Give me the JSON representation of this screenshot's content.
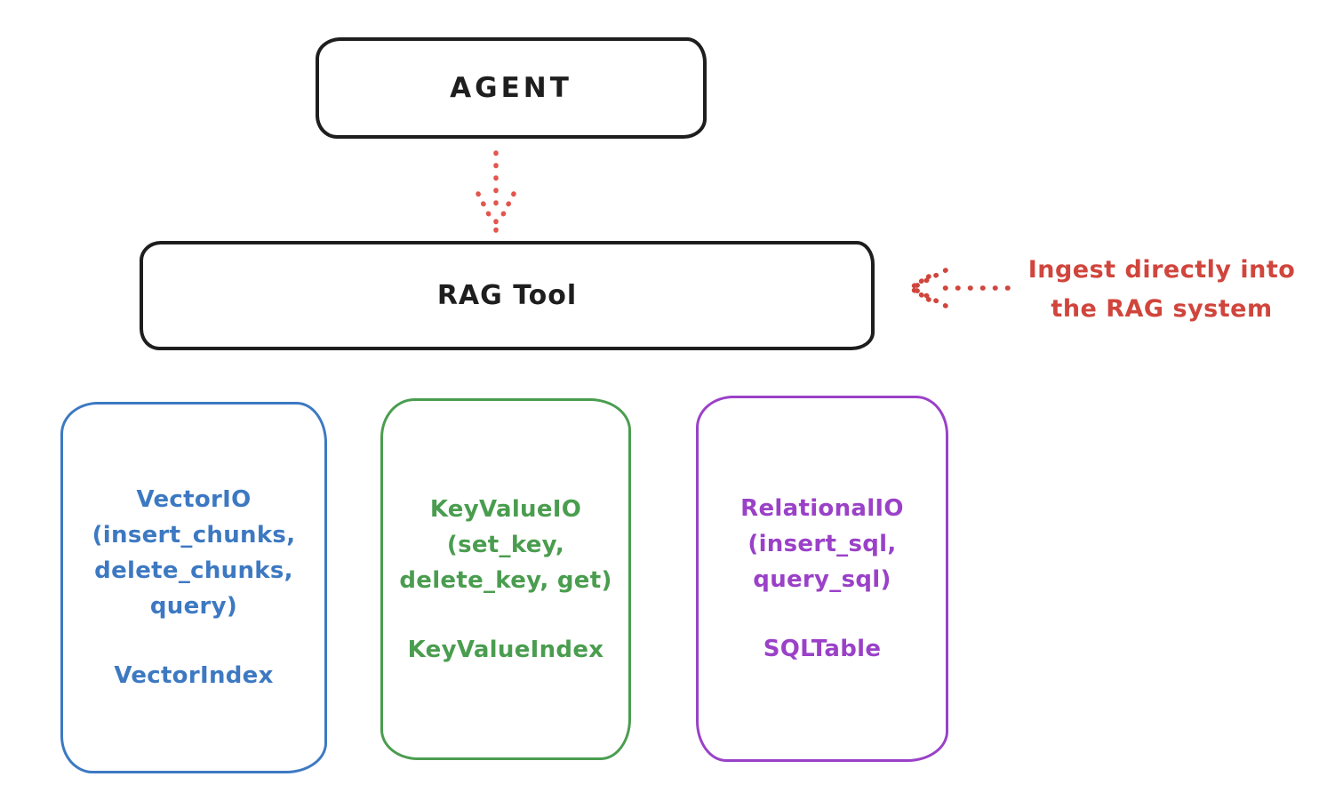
{
  "nodes": {
    "agent": {
      "label": "AGENT"
    },
    "rag_tool": {
      "label": "RAG Tool"
    }
  },
  "annotation": {
    "line1": "Ingest directly into",
    "line2": "the RAG system"
  },
  "arrows": [
    {
      "name": "agent-to-rag-tool",
      "style": "dotted",
      "direction": "down",
      "color": "#e2564e"
    },
    {
      "name": "ingest-into-rag",
      "style": "dotted",
      "direction": "left",
      "color": "#d0453c"
    }
  ],
  "stores": [
    {
      "name": "vector-io",
      "color": "#3d79c2",
      "lines": [
        "VectorIO",
        "(insert_chunks,",
        "delete_chunks,",
        "query)"
      ],
      "index_label": "VectorIndex"
    },
    {
      "name": "key-value-io",
      "color": "#4a9d4f",
      "lines": [
        "KeyValueIO",
        "(set_key,",
        "delete_key, get)"
      ],
      "index_label": "KeyValueIndex"
    },
    {
      "name": "relational-io",
      "color": "#9a41c8",
      "lines": [
        "RelationalIO",
        "(insert_sql,",
        "query_sql)"
      ],
      "index_label": "SQLTable"
    }
  ],
  "colors": {
    "ink": "#1e1e1e",
    "background": "#ffffff",
    "red_annotation": "#d0453c",
    "red_arrow": "#e2564e",
    "blue": "#3d79c2",
    "green": "#4a9d4f",
    "purple": "#9a41c8"
  }
}
